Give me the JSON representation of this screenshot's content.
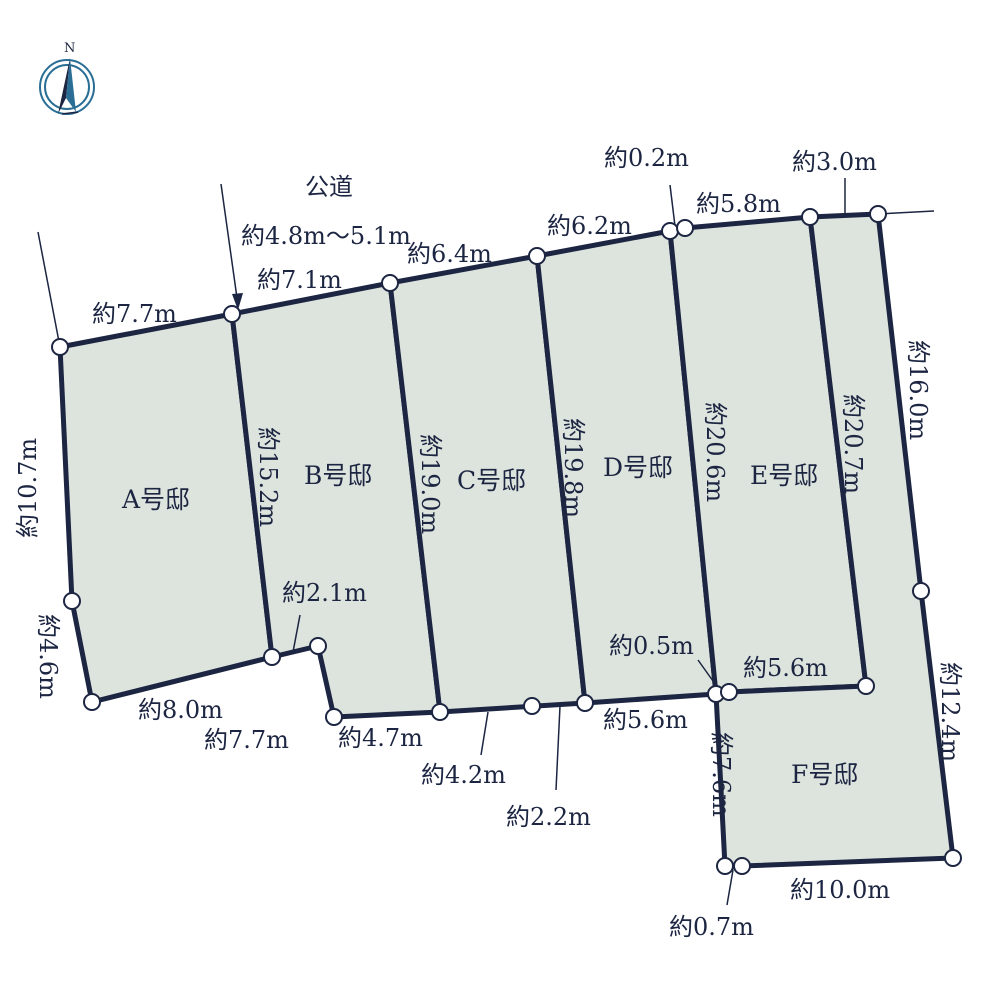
{
  "compass": {
    "label": "N",
    "icon": "north-arrow-icon"
  },
  "road": {
    "title": "公道",
    "width": "約4.8m〜5.1m"
  },
  "lots": [
    {
      "id": "A",
      "label": "A号邸"
    },
    {
      "id": "B",
      "label": "B号邸"
    },
    {
      "id": "C",
      "label": "C号邸"
    },
    {
      "id": "D",
      "label": "D号邸"
    },
    {
      "id": "E",
      "label": "E号邸"
    },
    {
      "id": "F",
      "label": "F号邸"
    }
  ],
  "dimensions": {
    "a_front": "約7.7m",
    "a_west": "約10.7m",
    "a_west_lower": "約4.6m",
    "a_rear": "約8.0m",
    "b_front": "約7.1m",
    "ab_side": "約15.2m",
    "b_notch": "約2.1m",
    "b_rear_slant": "約7.7m",
    "b_rear": "約4.7m",
    "c_front": "約6.4m",
    "bc_side": "約19.0m",
    "c_rear": "約4.2m",
    "d_front": "約6.2m",
    "cd_side": "約19.8m",
    "d_rear_small": "約2.2m",
    "d_rear": "約5.6m",
    "front_jog": "約0.2m",
    "e_front": "約5.8m",
    "de_side": "約20.6m",
    "ef_side": "約20.7m",
    "e_rear_jog": "約0.5m",
    "e_rear": "約5.6m",
    "f_front": "約3.0m",
    "f_east_upper": "約16.0m",
    "f_east_lower": "約12.4m",
    "f_west": "約7.6m",
    "f_rear": "約10.0m",
    "f_rear_jog": "約0.7m"
  },
  "colors": {
    "lot_fill": "#dde3dd",
    "line": "#1c2541",
    "compass": "#2a6e96"
  }
}
